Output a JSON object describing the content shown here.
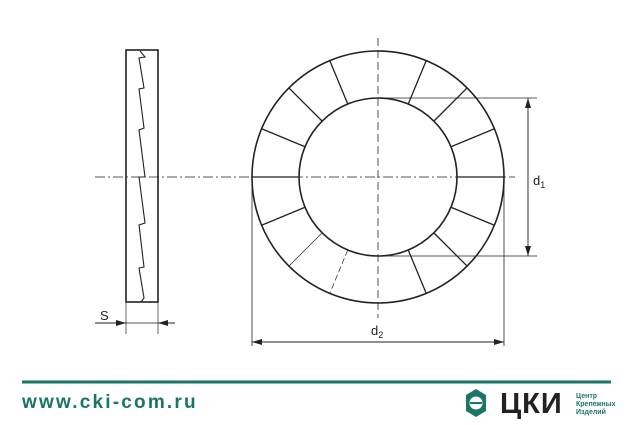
{
  "drawing": {
    "labels": {
      "thickness": "S",
      "inner_diameter": "d",
      "inner_sub": "1",
      "outer_diameter": "d",
      "outer_sub": "2"
    }
  },
  "footer": {
    "website": "www.cki-com.ru",
    "brand": "ЦКИ",
    "tagline": [
      "Центр",
      "Крепежных",
      "Изделий"
    ],
    "accent_color": "#1a7567"
  }
}
